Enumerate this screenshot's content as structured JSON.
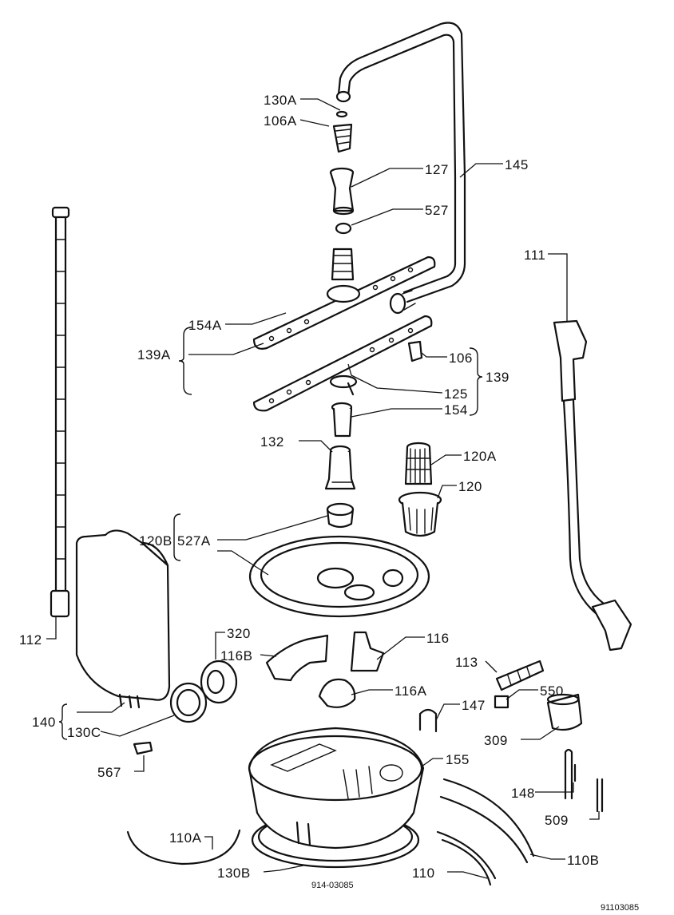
{
  "labels": {
    "p130A": "130A",
    "p106A": "106A",
    "p127": "127",
    "p145": "145",
    "p527": "527",
    "p111": "111",
    "p154A": "154A",
    "p139A": "139A",
    "p106": "106",
    "p139": "139",
    "p125": "125",
    "p154": "154",
    "p132": "132",
    "p120A": "120A",
    "p120": "120",
    "p120B": "120B",
    "p527A": "527A",
    "p320": "320",
    "p116B": "116B",
    "p116": "116",
    "p112": "112",
    "p113": "113",
    "p116A": "116A",
    "p550": "550",
    "p140": "140",
    "p130C": "130C",
    "p147": "147",
    "p309": "309",
    "p155": "155",
    "p567": "567",
    "p148": "148",
    "p509": "509",
    "p110A": "110A",
    "p110B": "110B",
    "p130B": "130B",
    "p110": "110"
  },
  "drawing_code": "914-03085",
  "figure_id": "91103085"
}
